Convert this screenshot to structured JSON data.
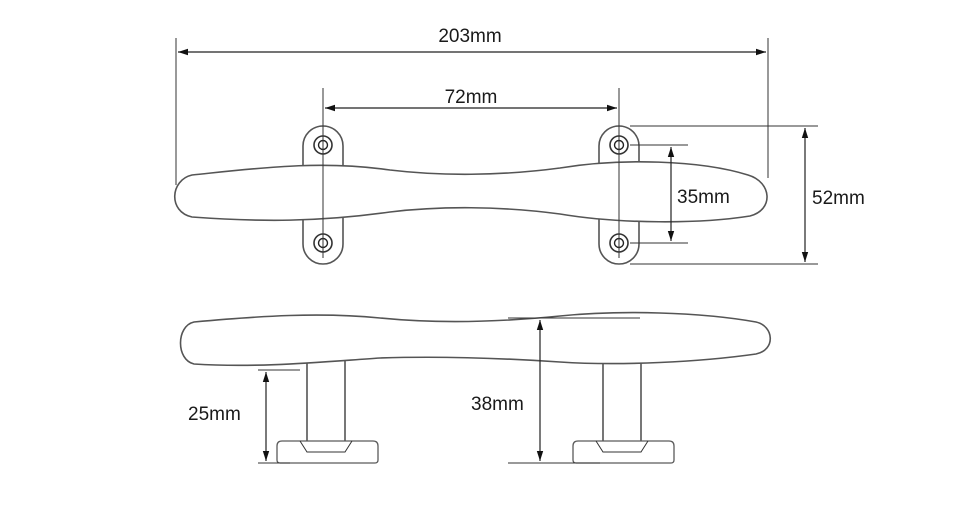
{
  "diagram": {
    "dimensions": {
      "overall_length": "203mm",
      "hole_spacing": "72mm",
      "base_hole_spacing": "35mm",
      "base_width": "52mm",
      "post_height": "25mm",
      "total_height": "38mm"
    },
    "colors": {
      "outline": "#555555",
      "dimension_line": "#222222",
      "text": "#1a1a1a",
      "background": "#ffffff"
    }
  }
}
